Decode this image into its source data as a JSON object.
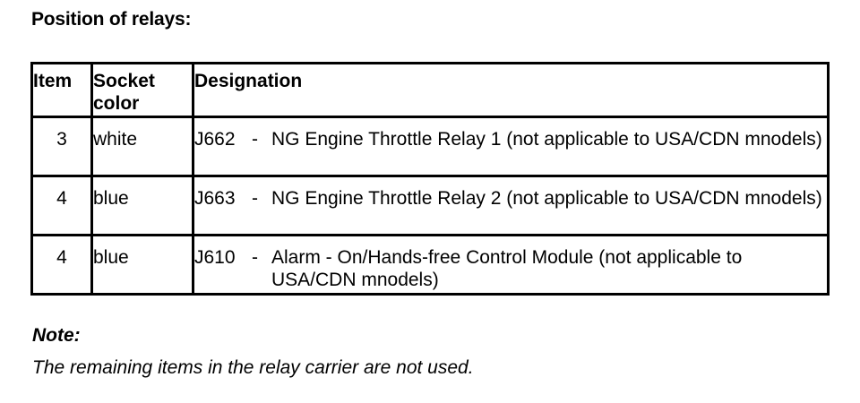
{
  "heading": "Position of relays:",
  "table": {
    "headers": {
      "item": "Item",
      "socket_color": "Socket color",
      "designation": "Designation"
    },
    "rows": [
      {
        "item": "3",
        "socket_color": "white",
        "code": "J662",
        "dash": "-",
        "description": "NG Engine Throttle Relay 1 (not applicable to USA/CDN mnodels)"
      },
      {
        "item": "4",
        "socket_color": "blue",
        "code": "J663",
        "dash": "-",
        "description": "NG Engine Throttle Relay 2 (not applicable to USA/CDN mnodels)"
      },
      {
        "item": "4",
        "socket_color": "blue",
        "code": "J610",
        "dash": "-",
        "description": "Alarm - On/Hands-free Control Module (not applicable to USA/CDN mnodels)"
      }
    ]
  },
  "note": {
    "label": "Note:",
    "text": "The remaining items in the relay carrier are not used."
  }
}
